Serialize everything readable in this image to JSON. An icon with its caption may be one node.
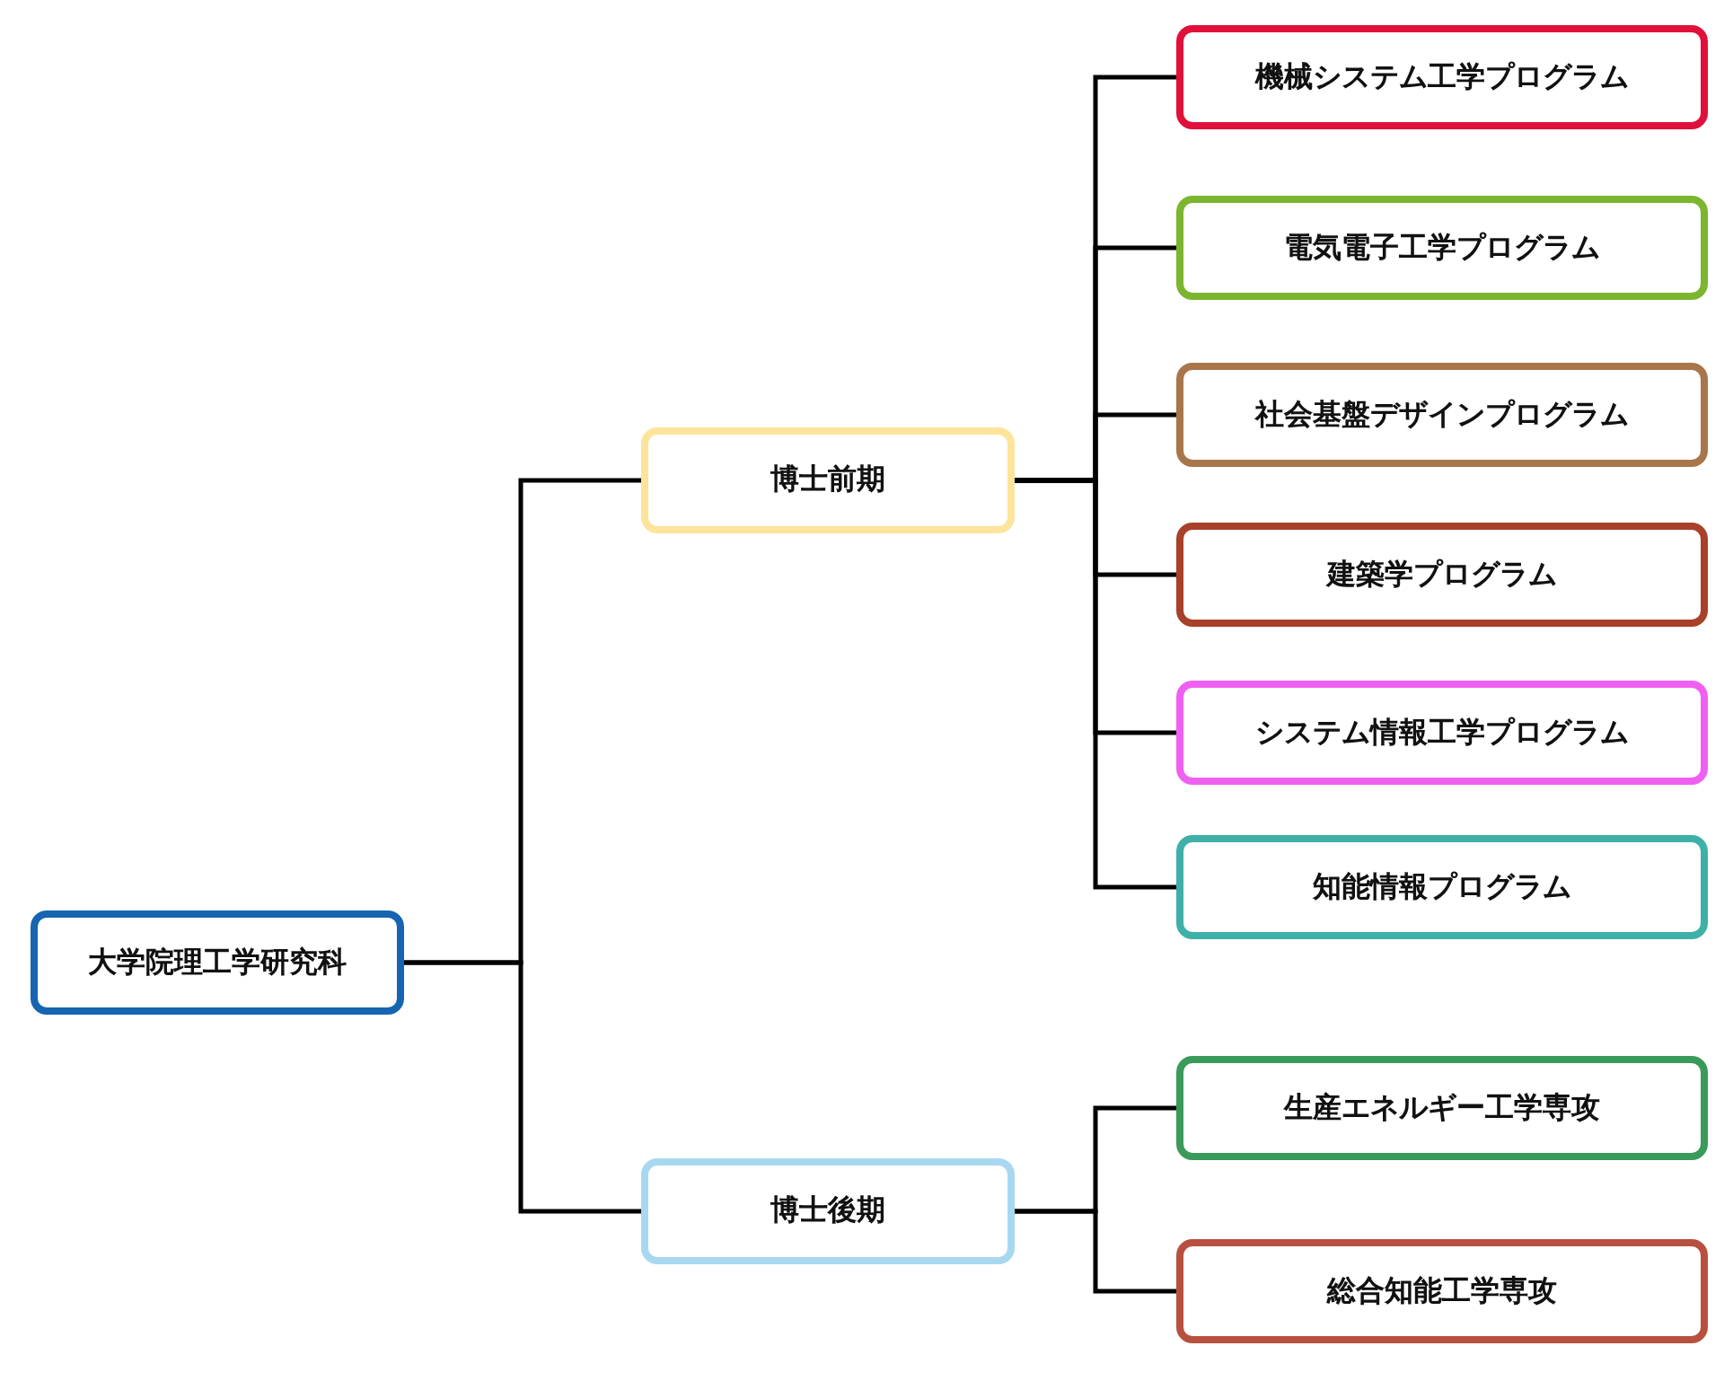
{
  "diagram": {
    "nodes": [
      {
        "text": [
          "大学院理工学研究科"
        ]
      },
      {
        "text": [
          "博士前期"
        ]
      },
      {
        "text": [
          "博士後期"
        ]
      },
      {
        "text": [
          "機械システム工学プログラム"
        ]
      },
      {
        "text": [
          "電気電子工学プログラム"
        ]
      },
      {
        "text": [
          "社会基盤デザインプログラム"
        ]
      },
      {
        "text": [
          "建築学プログラム"
        ]
      },
      {
        "text": [
          "システム情報工学プログラム"
        ]
      },
      {
        "text": [
          "知能情報プログラム"
        ]
      },
      {
        "text": [
          "生産エネルギー工学専攻"
        ]
      },
      {
        "text": [
          "総合知能工学専攻"
        ]
      }
    ],
    "edges": [
      {
        "from": 0,
        "to": 1,
        "arrow": "none"
      },
      {
        "from": 0,
        "to": 2,
        "arrow": "none"
      },
      {
        "from": 1,
        "to": 3,
        "arrow": "none"
      },
      {
        "from": 1,
        "to": 4,
        "arrow": "none"
      },
      {
        "from": 1,
        "to": 5,
        "arrow": "none"
      },
      {
        "from": 1,
        "to": 6,
        "arrow": "none"
      },
      {
        "from": 1,
        "to": 7,
        "arrow": "none"
      },
      {
        "from": 1,
        "to": 8,
        "arrow": "none"
      },
      {
        "from": 2,
        "to": 9,
        "arrow": "none"
      },
      {
        "from": 2,
        "to": 10,
        "arrow": "none"
      }
    ]
  }
}
